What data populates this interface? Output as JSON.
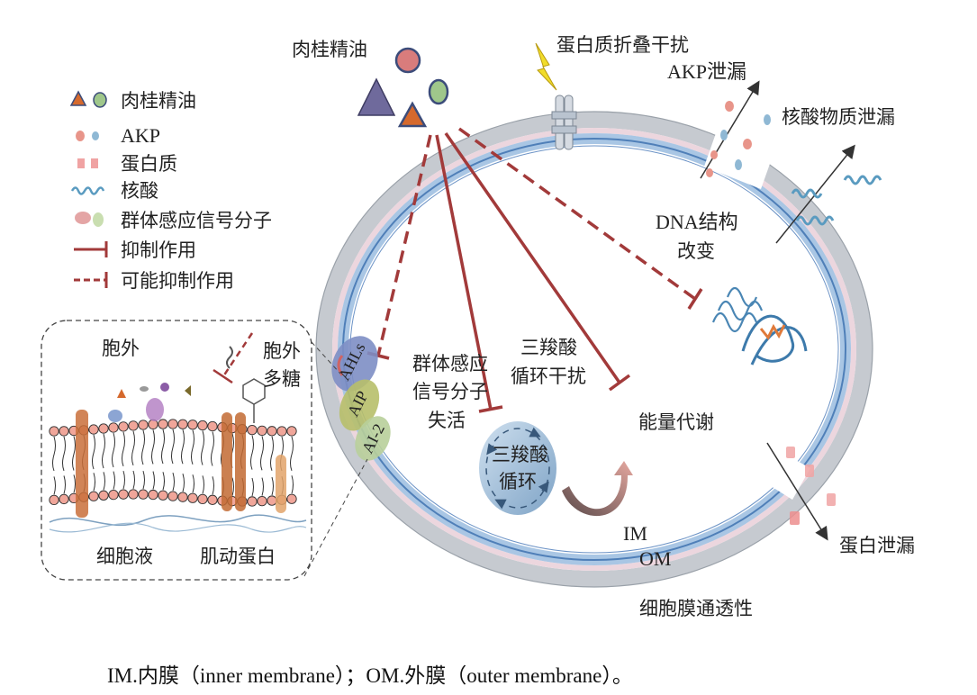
{
  "legend": {
    "items": [
      {
        "icon": "cinnamon-oil-icon",
        "label": "肉桂精油"
      },
      {
        "icon": "akp-icon",
        "label": "AKP"
      },
      {
        "icon": "protein-icon",
        "label": "蛋白质"
      },
      {
        "icon": "nucleic-acid-icon",
        "label": "核酸"
      },
      {
        "icon": "quorum-signal-icon",
        "label": "群体感应信号分子"
      },
      {
        "icon": "inhibition-line-icon",
        "label": "抑制作用"
      },
      {
        "icon": "possible-inhibition-line-icon",
        "label": "可能抑制作用"
      }
    ]
  },
  "labels": {
    "cinnamon_oil_top": "肉桂精油",
    "protein_folding": "蛋白质折叠干扰",
    "akp_leak": "AKP泄漏",
    "nucleic_leak": "核酸物质泄漏",
    "dna_change_1": "DNA结构",
    "dna_change_2": "改变",
    "energy": "能量代谢",
    "qs_inact_1": "群体感应",
    "qs_inact_2": "信号分子",
    "qs_inact_3": "失活",
    "tca_interf_1": "三羧酸",
    "tca_interf_2": "循环干扰",
    "tca_cycle_1": "三羧酸",
    "tca_cycle_2": "循环",
    "im": "IM",
    "om": "OM",
    "permeability": "细胞膜通透性",
    "protein_leak": "蛋白泄漏",
    "extracellular": "胞外",
    "eps_1": "胞外",
    "eps_2": "多糖",
    "cytoplasm": "细胞液",
    "actin": "肌动蛋白",
    "ahls": "AHLs",
    "aip": "AIP",
    "ai2": "AI-2"
  },
  "caption": "IM.内膜（inner membrane）；OM.外膜（outer membrane）。",
  "colors": {
    "inhibit": "#a23a3a",
    "outer_membrane": "#c9cdd3",
    "inner_membrane": "#8fb3da",
    "triangle_dark": "#6f6a9c",
    "triangle_orange": "#d5692d",
    "circle_red": "#d97c7c",
    "circle_green": "#9fc78b"
  }
}
